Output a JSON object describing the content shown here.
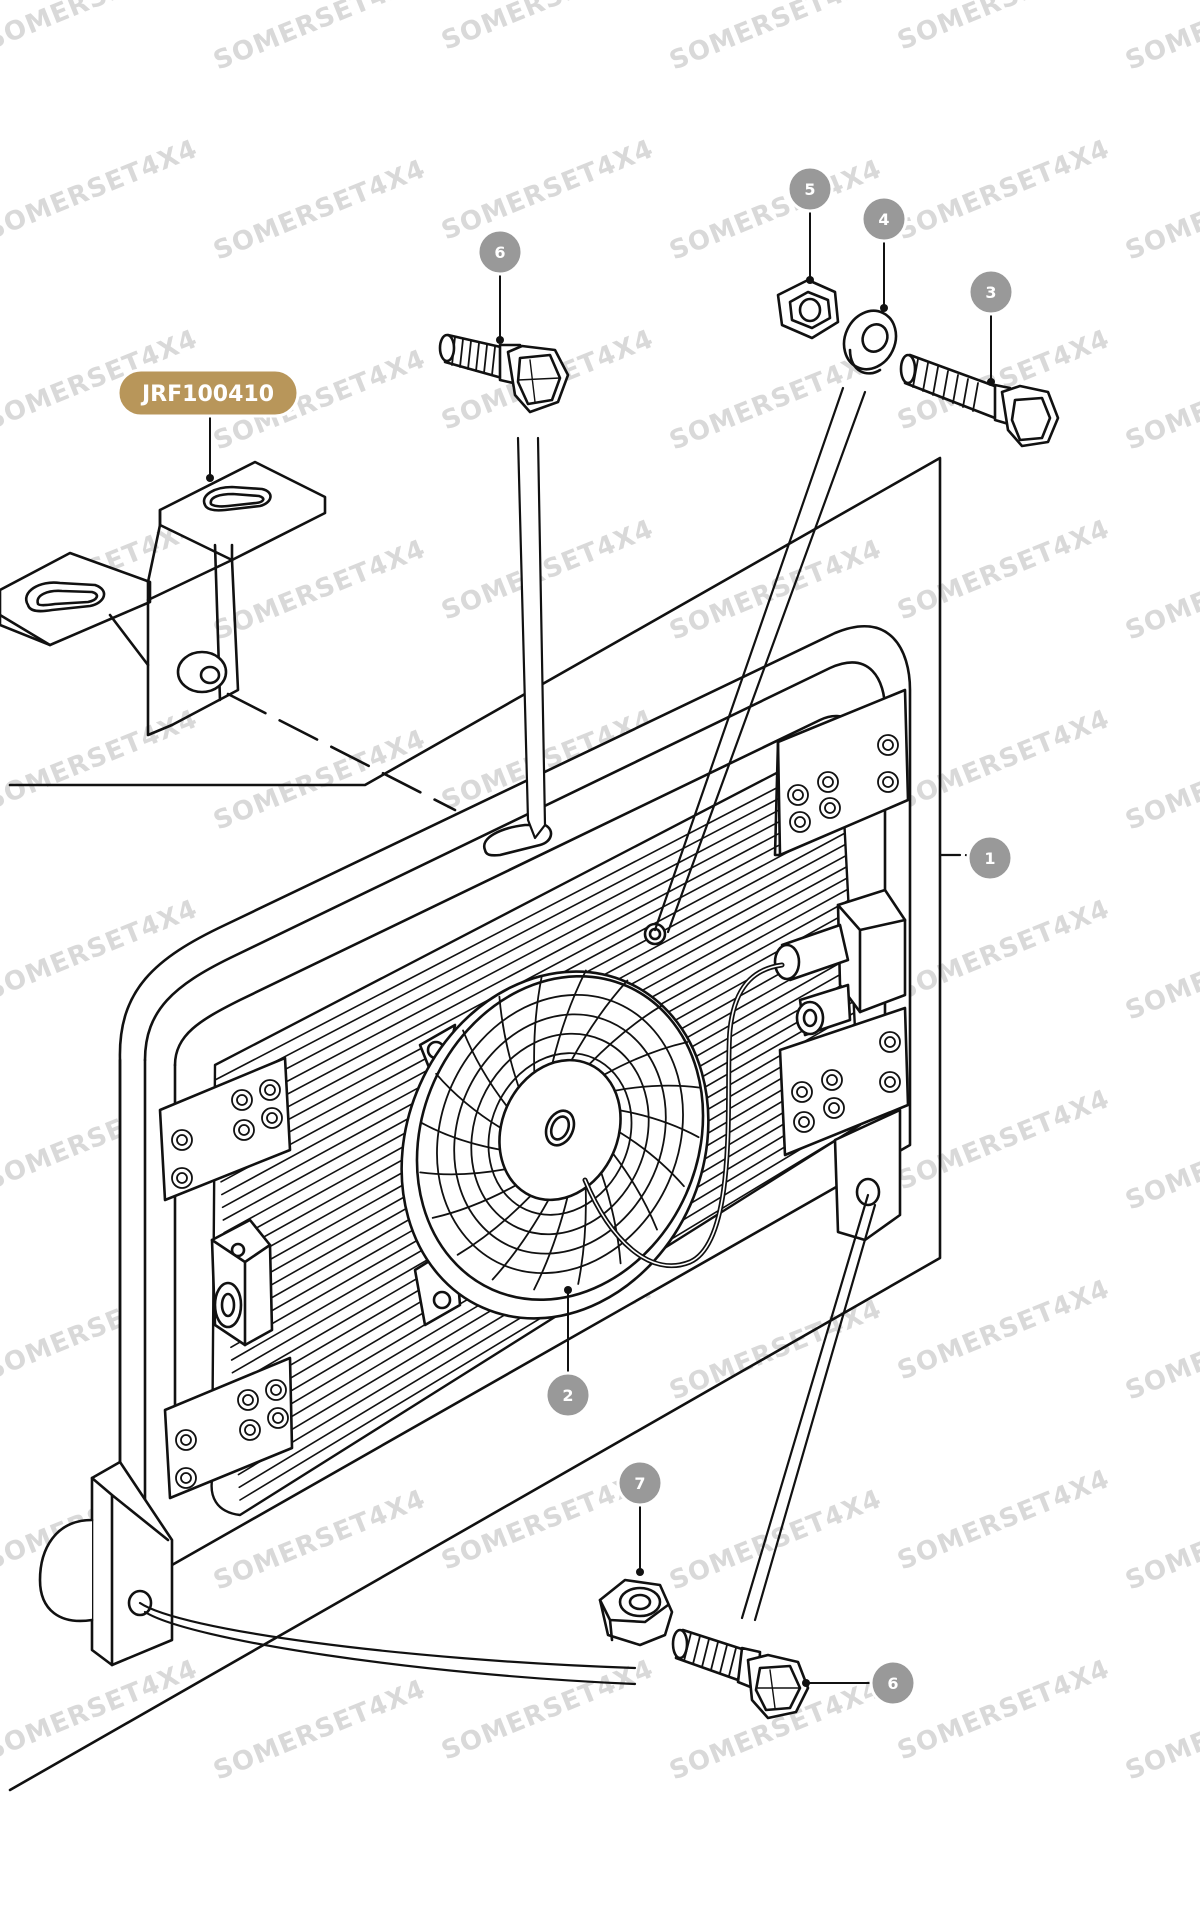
{
  "watermark": {
    "text": "SOMERSET4X4"
  },
  "part_code": {
    "label": "JRF100410",
    "color": "#b8965a"
  },
  "callouts": [
    {
      "id": "c1",
      "label": "1"
    },
    {
      "id": "c2",
      "label": "2"
    },
    {
      "id": "c3",
      "label": "3"
    },
    {
      "id": "c4",
      "label": "4"
    },
    {
      "id": "c5",
      "label": "5"
    },
    {
      "id": "c6a",
      "label": "6"
    },
    {
      "id": "c6b",
      "label": "6"
    },
    {
      "id": "c7",
      "label": "7"
    }
  ],
  "colors": {
    "line": "#111111",
    "callout": "#999999",
    "watermark": "#d9d9d9"
  }
}
